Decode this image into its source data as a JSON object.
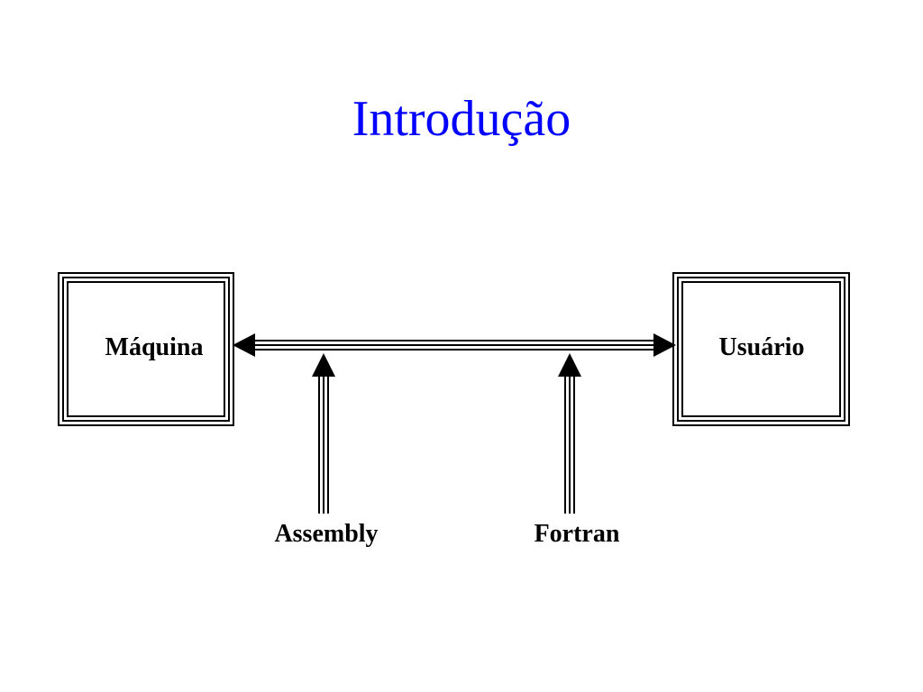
{
  "slide": {
    "title": "Introdução"
  },
  "diagram": {
    "left_box": {
      "label": "Máquina"
    },
    "right_box": {
      "label": "Usuário"
    },
    "inputs": [
      {
        "label": "Assembly"
      },
      {
        "label": "Fortran"
      }
    ]
  },
  "colors": {
    "title": "#0000ff",
    "lines": "#000000"
  }
}
